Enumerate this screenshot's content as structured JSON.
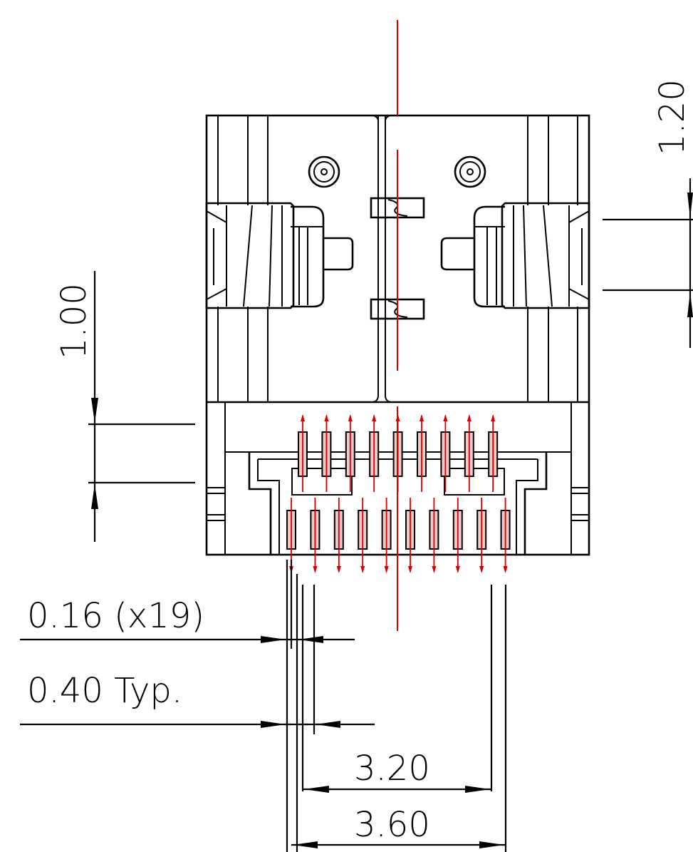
{
  "dimensions": {
    "pitch_label": "0.16 (x19)",
    "typ_label": "0.40 Typ.",
    "span_inner_label": "3.20",
    "span_outer_label": "3.60",
    "height_left_label": "1.00",
    "height_right_label": "1.20"
  },
  "pins": {
    "top_row_count": 9,
    "bottom_row_count": 10
  },
  "colors": {
    "outline": "#000000",
    "centerline": "#d40000",
    "pin_fill": "#f0c8c8"
  }
}
